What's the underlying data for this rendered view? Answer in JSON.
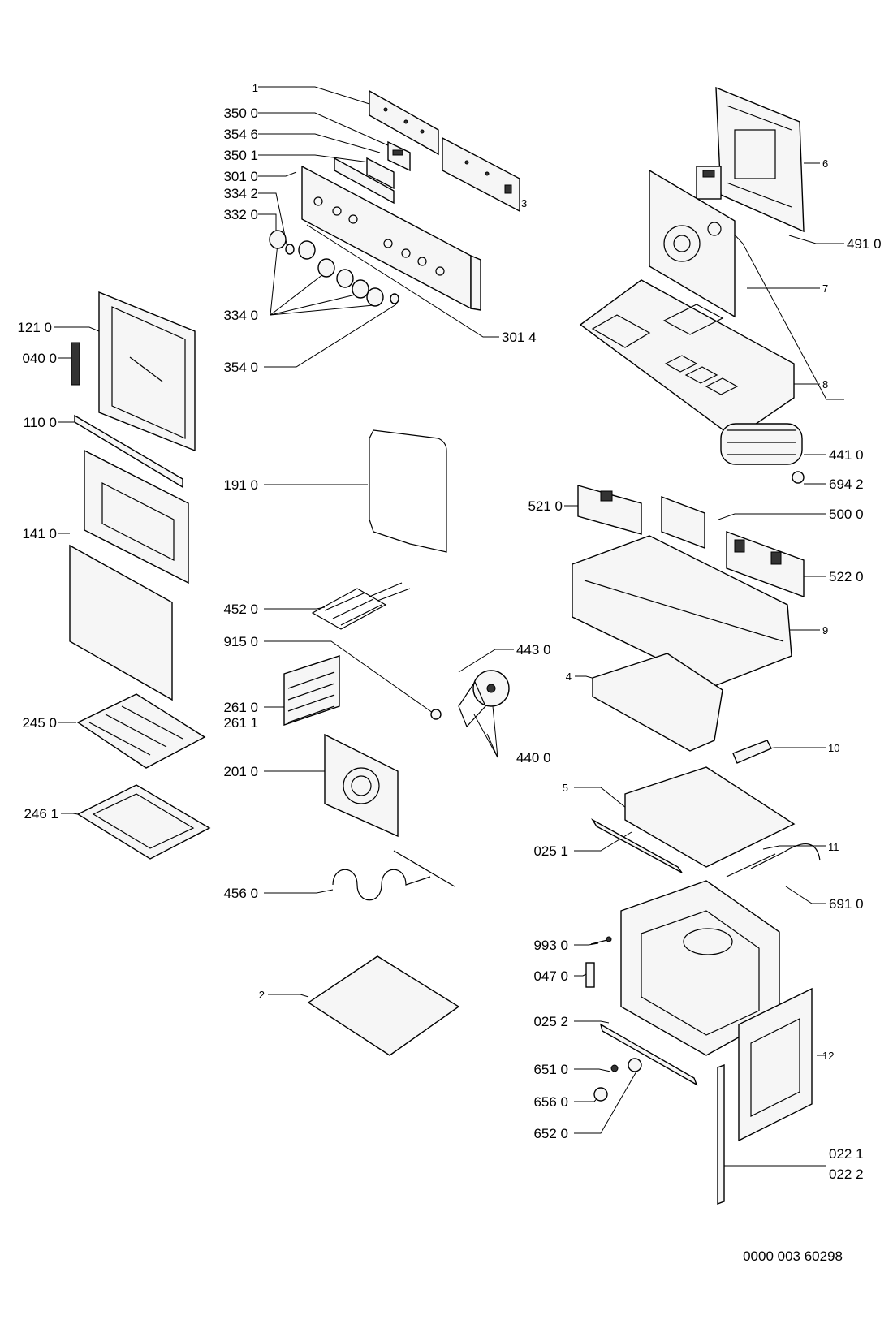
{
  "labels": {
    "p1": "1",
    "p3500": "350 0",
    "p3546": "354 6",
    "p3501": "350 1",
    "p3010": "301 0",
    "p3342": "334 2",
    "p3320": "332 0",
    "p3340": "334 0",
    "p3540": "354 0",
    "p3014": "301 4",
    "p3": "3",
    "p6": "6",
    "p4910": "491 0",
    "p7": "7",
    "p8": "8",
    "p1210": "121 0",
    "p0400": "040 0",
    "p1100": "110 0",
    "p1910": "191 0",
    "p1410": "141 0",
    "p4410": "441 0",
    "p6942": "694 2",
    "p5210": "521 0",
    "p5000": "500 0",
    "p5220": "522 0",
    "p4520": "452 0",
    "p9150": "915 0",
    "p4430": "443 0",
    "p9": "9",
    "p4": "4",
    "p2610": "261 0",
    "p2611": "261 1",
    "p2450": "245 0",
    "p4400": "440 0",
    "p10": "10",
    "p2010": "201 0",
    "p5": "5",
    "p2461": "246 1",
    "p0251": "025 1",
    "p11": "11",
    "p4560": "456 0",
    "p6910": "691 0",
    "p9930": "993 0",
    "p0470": "047 0",
    "p2": "2",
    "p0252": "025 2",
    "p12": "12",
    "p6510": "651 0",
    "p6560": "656 0",
    "p6520": "652 0",
    "p0221": "022 1",
    "p0222": "022 2"
  },
  "document_id": "0000 003 60298"
}
